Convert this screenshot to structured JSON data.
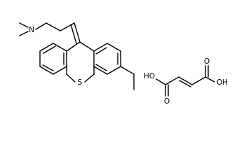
{
  "molecule": {
    "atoms": {
      "n_amine": "N",
      "s_ring": "S",
      "o_hydroxyl_left": "HO",
      "o_carbonyl_left": "O",
      "o_hydroxyl_right": "OH",
      "o_carbonyl_right": "O"
    }
  },
  "colors": {
    "bond": "#000000",
    "label": "#000000",
    "background": "#ffffff"
  }
}
